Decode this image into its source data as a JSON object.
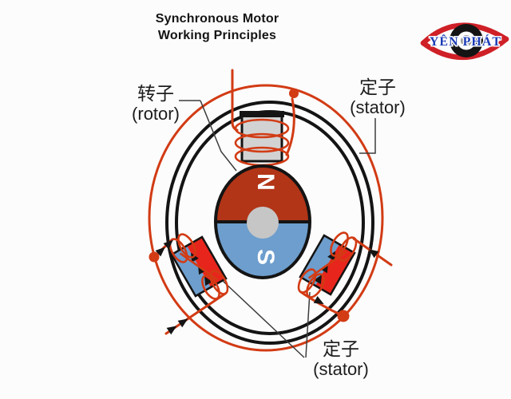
{
  "header": {
    "title_line1": "Synchronous Motor",
    "title_line2": "Working Principles"
  },
  "logo": {
    "text": "YÊN PHÁT",
    "red": "#cf2027",
    "blue": "#1d3cb5"
  },
  "diagram": {
    "labels": {
      "rotor_zh": "转子",
      "rotor_en": "(rotor)",
      "stator_top_zh": "定子",
      "stator_top_en": "(stator)",
      "stator_bottom_zh": "定子",
      "stator_bottom_en": "(stator)"
    },
    "rotor": {
      "north": "N",
      "south": "S"
    },
    "colors": {
      "wire_red": "#d23b14",
      "pole_red": "#e8251c",
      "pole_blue": "#6d9ecd",
      "rotor_north_red": "#b23517",
      "rotor_south_blue": "#6d9ecd",
      "stator_core_gray": "#d2d2d2",
      "shaft_gray": "#c6c6c6",
      "ring_black": "#141414"
    }
  }
}
